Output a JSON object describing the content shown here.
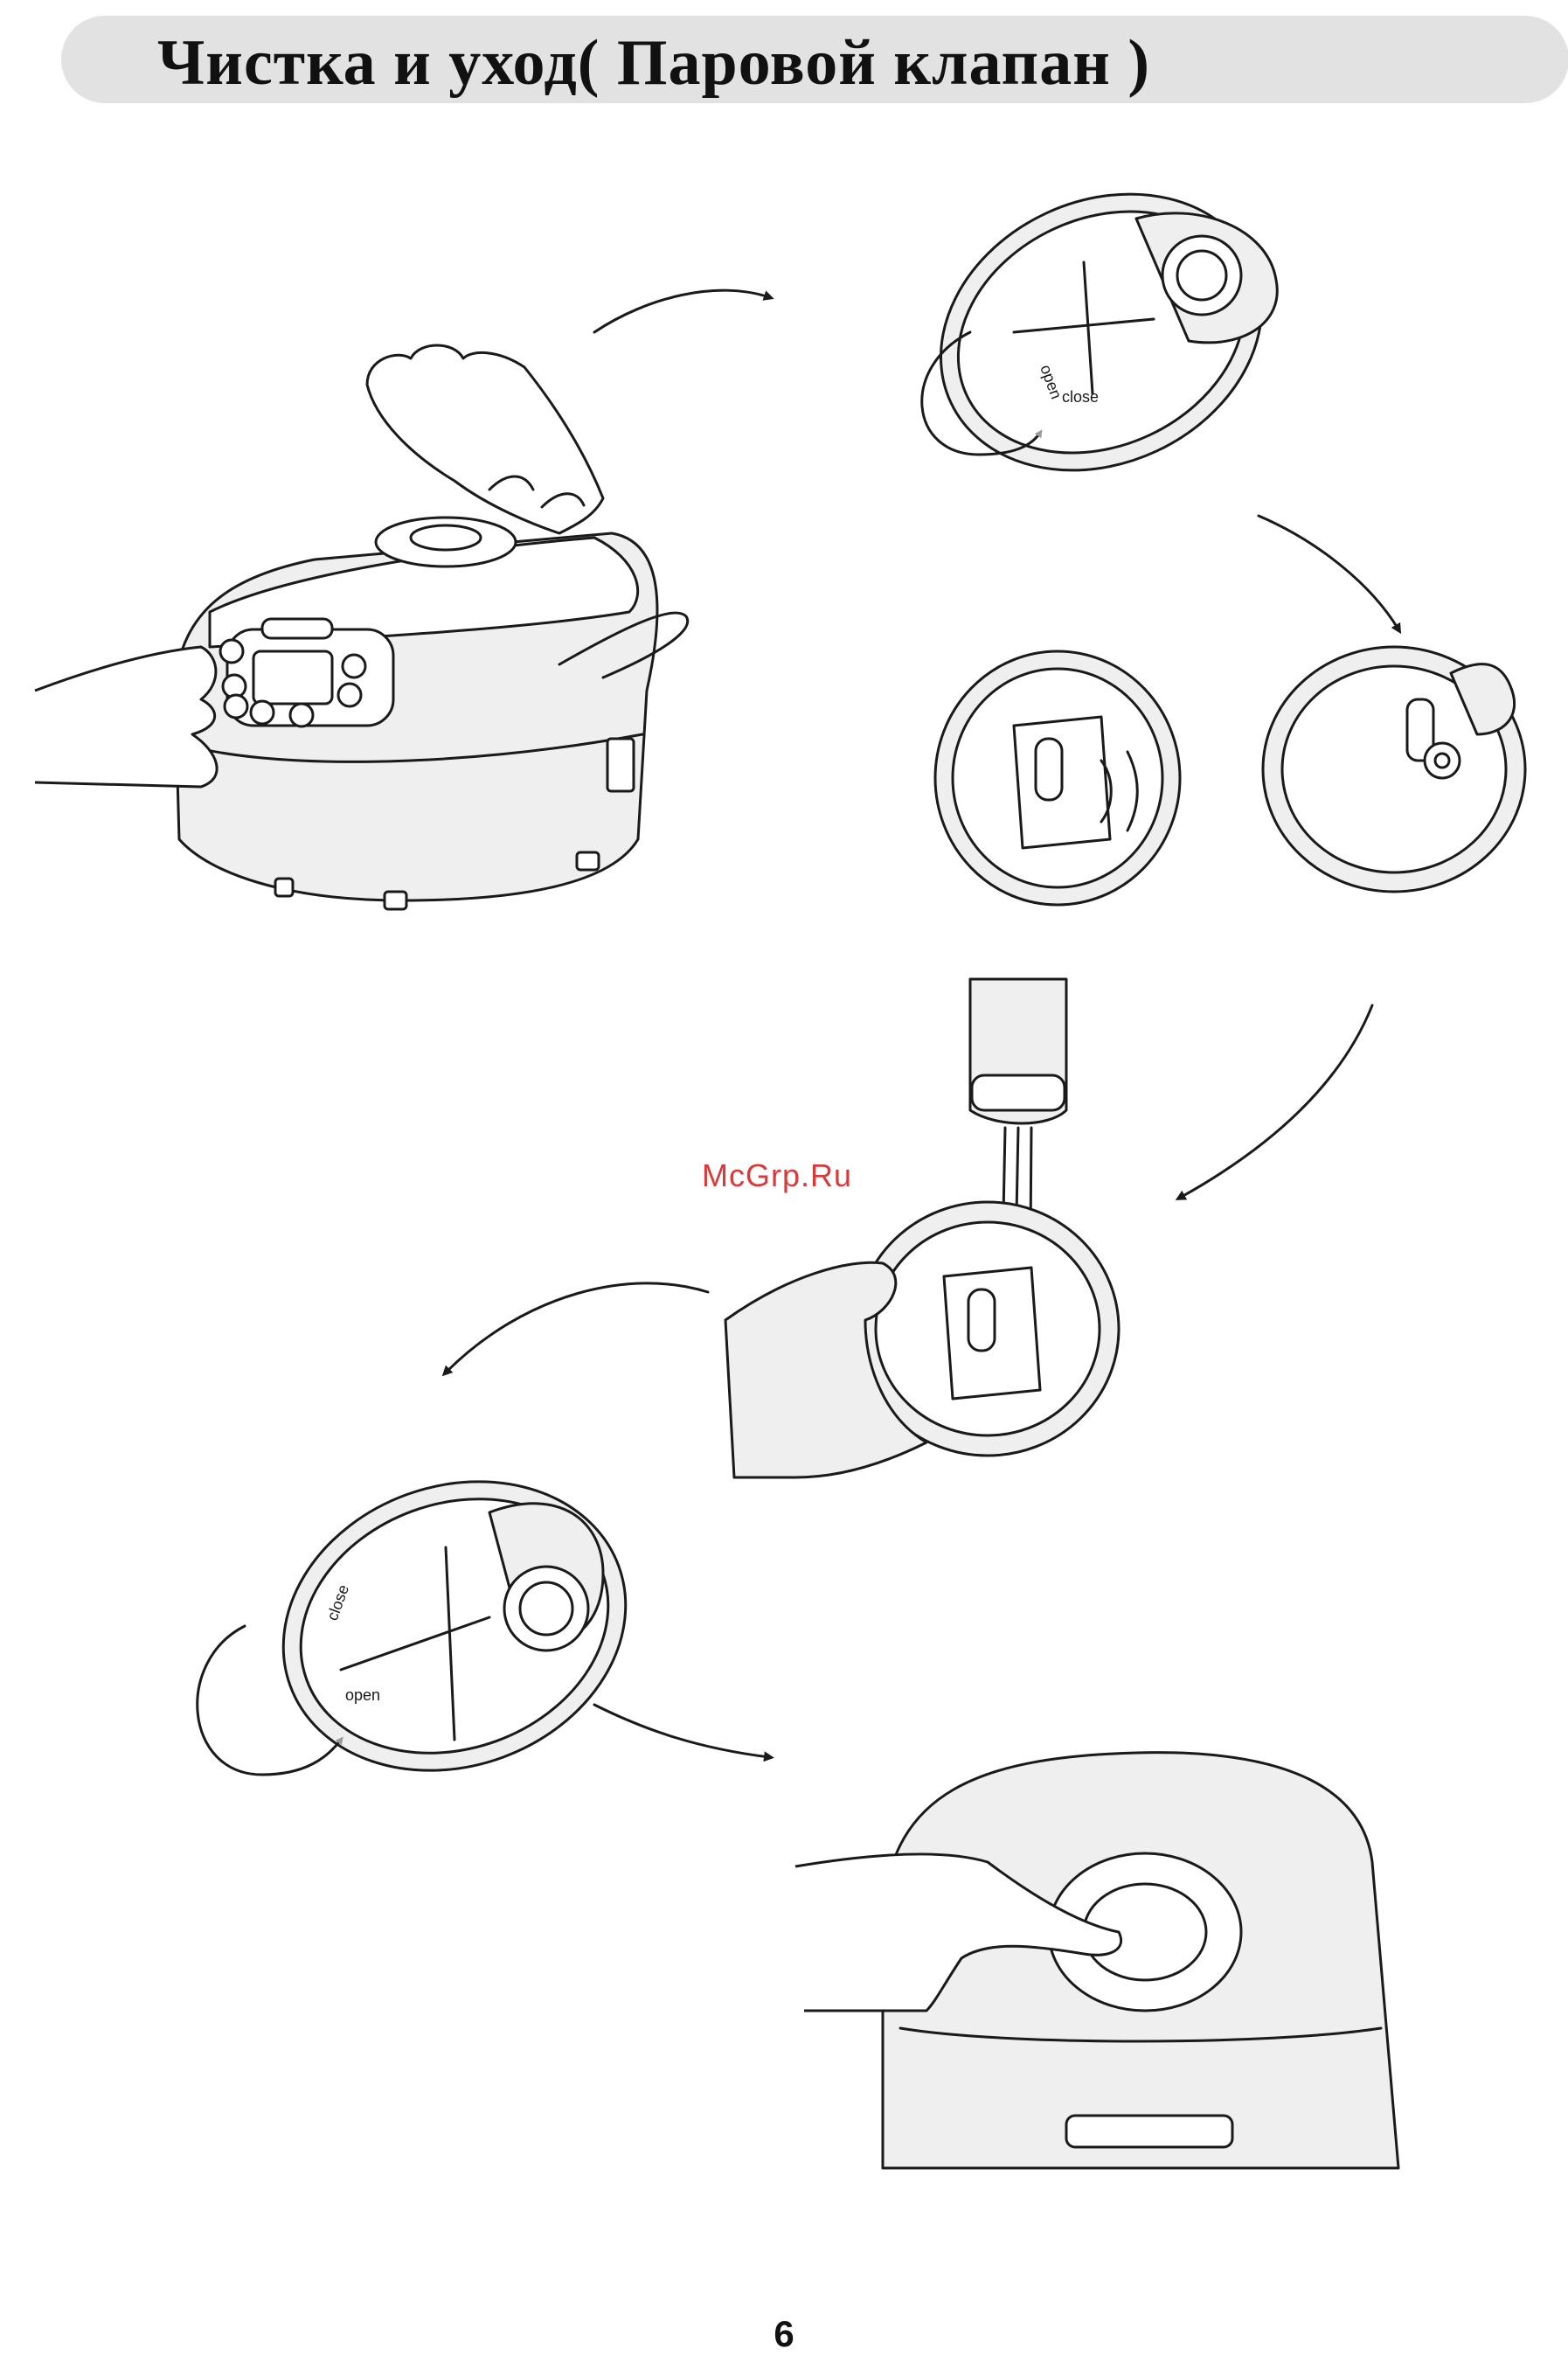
{
  "header": {
    "title": "Чистка и уход( Паровой клапан )"
  },
  "lid_labels": {
    "open": "open",
    "close": "close"
  },
  "watermark": "McGrp.Ru",
  "footer": {
    "page_number": "6"
  },
  "colors": {
    "title_band": "#e2e2e2",
    "watermark": "#d83a3a",
    "rotate_arrow": "#9a9a9a",
    "line": "#1a1a1a"
  },
  "icons": [
    "flow-arrow-icon",
    "rotate-arrow-icon"
  ]
}
